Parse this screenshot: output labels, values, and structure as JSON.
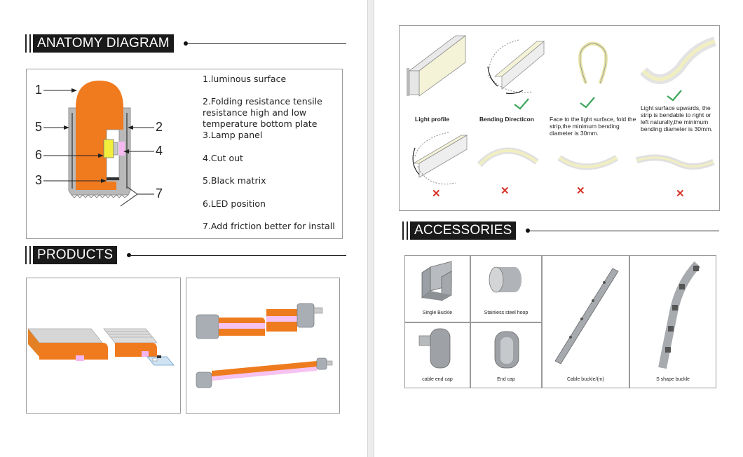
{
  "sections": {
    "anatomy": "ANATOMY DIAGRAM",
    "products": "PRODUCTS",
    "accessories": "ACCESSORIES"
  },
  "anatomy": {
    "callouts": [
      "1",
      "5",
      "6",
      "3",
      "2",
      "4",
      "7"
    ],
    "items": [
      "1.luminous surface",
      "2.Folding resistance tensile resistance high and low temperature bottom plate",
      "3.Lamp panel",
      "4.Cut out",
      "5.Black matrix",
      "6.LED position",
      "7.Add friction better for install"
    ]
  },
  "bending": {
    "captions": {
      "light_profile": "Light profile",
      "bending_direction": "Bending Directicon",
      "face_fold": "Face to the light surface, fold the strip,the minimum bending diameter is 30mm.",
      "upwards": "Light surface upwards, the strip is bendable to right or left naturally,the minimum bending diameter is 30mm."
    },
    "check_glyph": "✓",
    "cross_glyph": "✕"
  },
  "accessories": {
    "items": [
      "Single Buckle",
      "Stainless steel hoop",
      "Cable buckle/(m)",
      "S shape buckle",
      "cable end cap",
      "End cap"
    ]
  },
  "colors": {
    "orange": "#f07a1e",
    "gray": "#b9b9b9",
    "check": "#3ea55b",
    "cross": "#d9362a"
  }
}
